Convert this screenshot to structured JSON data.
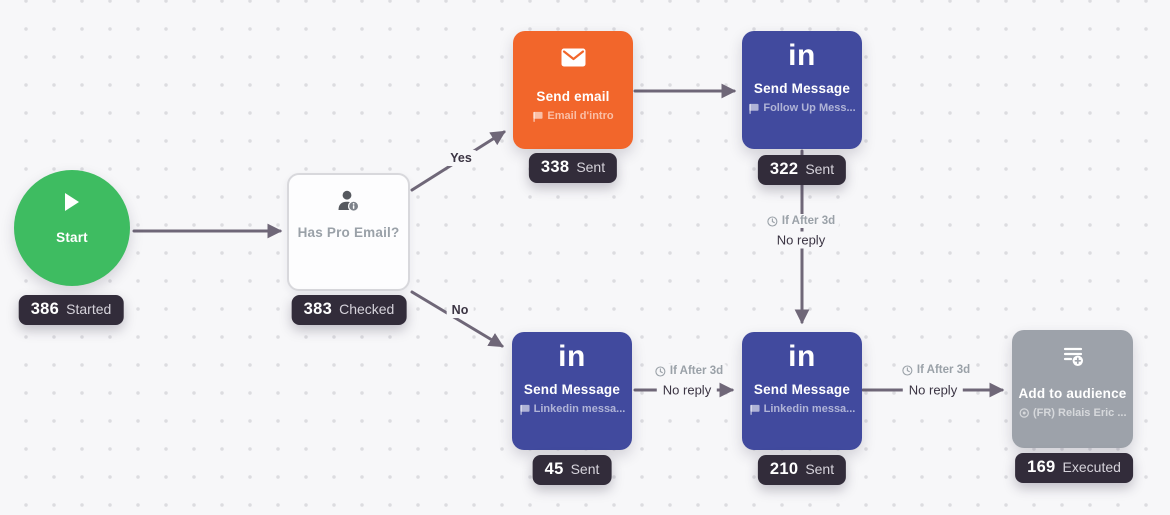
{
  "nodes": {
    "start": {
      "title": "Start",
      "count": "386",
      "status": "Started"
    },
    "has_pro_email": {
      "title": "Has Pro Email?",
      "count": "383",
      "status": "Checked"
    },
    "send_email": {
      "title": "Send email",
      "subtitle": "Email d'intro",
      "count": "338",
      "status": "Sent"
    },
    "send_message_top": {
      "logo": "in",
      "title": "Send Message",
      "subtitle": "Follow Up Mess...",
      "count": "322",
      "status": "Sent"
    },
    "send_message_left": {
      "logo": "in",
      "title": "Send Message",
      "subtitle": "Linkedin messa...",
      "count": "45",
      "status": "Sent"
    },
    "send_message_mid": {
      "logo": "in",
      "title": "Send Message",
      "subtitle": "Linkedin messa...",
      "count": "210",
      "status": "Sent"
    },
    "add_to_audience": {
      "title": "Add to audience",
      "subtitle": "(FR) Relais Eric ...",
      "count": "169",
      "status": "Executed"
    }
  },
  "edge_labels": {
    "yes": "Yes",
    "no": "No",
    "wait": "If After 3d",
    "no_reply": "No reply"
  },
  "colors": {
    "start_green": "#3ebc61",
    "email_orange": "#f2662b",
    "linkedin_indigo": "#414a9e",
    "audience_gray": "#9da2aa",
    "badge_dark": "#322c3a",
    "edge": "#6f6778",
    "canvas_bg": "#f7f7f9"
  }
}
